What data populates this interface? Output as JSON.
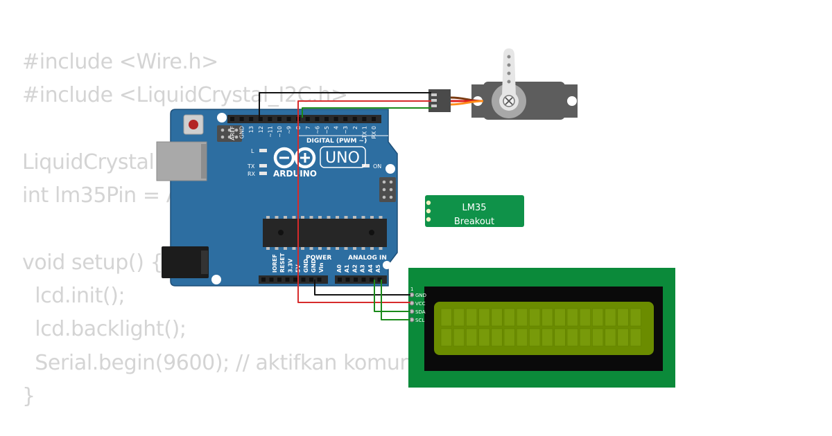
{
  "code_lines": [
    "#include <Wire.h>",
    "#include <LiquidCrystal_I2C.h>",
    "",
    "LiquidCrystal",
    "int lm35Pin = A",
    "",
    "void setup() {",
    "  lcd.init();",
    "  lcd.backlight();",
    "  Serial.begin(9600); // aktifkan komun",
    "}"
  ],
  "arduino": {
    "brand": "ARDUINO",
    "model": "UNO",
    "digital_label": "DIGITAL (PWM ~)",
    "power_label": "POWER",
    "analog_label": "ANALOG IN",
    "led_l": "L",
    "led_tx": "TX",
    "led_rx": "RX",
    "led_on": "ON",
    "digital_pins": [
      "AREF",
      "GND",
      "13",
      "12",
      "~11",
      "~10",
      "~9",
      "8",
      "7",
      "~6",
      "~5",
      "4",
      "~3",
      "2",
      "TX 1",
      "RX 0"
    ],
    "power_pins": [
      "IOREF",
      "RESET",
      "3.3V",
      "5V",
      "GND",
      "GND",
      "Vin"
    ],
    "analog_pins": [
      "A0",
      "A1",
      "A2",
      "A3",
      "A4",
      "A5"
    ]
  },
  "sensor": {
    "line1": "LM35",
    "line2": "Breakout"
  },
  "lcd": {
    "pin_number": "1",
    "pins": [
      "GND",
      "VCC",
      "SDA",
      "SCL"
    ]
  },
  "colors": {
    "board": "#2d6ea1",
    "board_edge": "#1d4e78",
    "header": "#2a2a2a",
    "sensor_pcb": "#0f9249",
    "lcd_pcb": "#0b8a3a",
    "lcd_screen": "#6b8c00",
    "wire_red": "#d62b2b",
    "wire_black": "#111111",
    "wire_green": "#1a8a1a",
    "servo_body": "#5d5d5d"
  }
}
